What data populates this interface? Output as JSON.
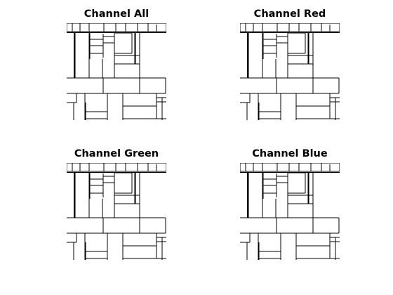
{
  "figure": {
    "background": "#ffffff",
    "line_color": "#000000"
  },
  "panels": [
    {
      "title": "Channel All"
    },
    {
      "title": "Channel Red"
    },
    {
      "title": "Channel Green"
    },
    {
      "title": "Channel Blue"
    }
  ]
}
